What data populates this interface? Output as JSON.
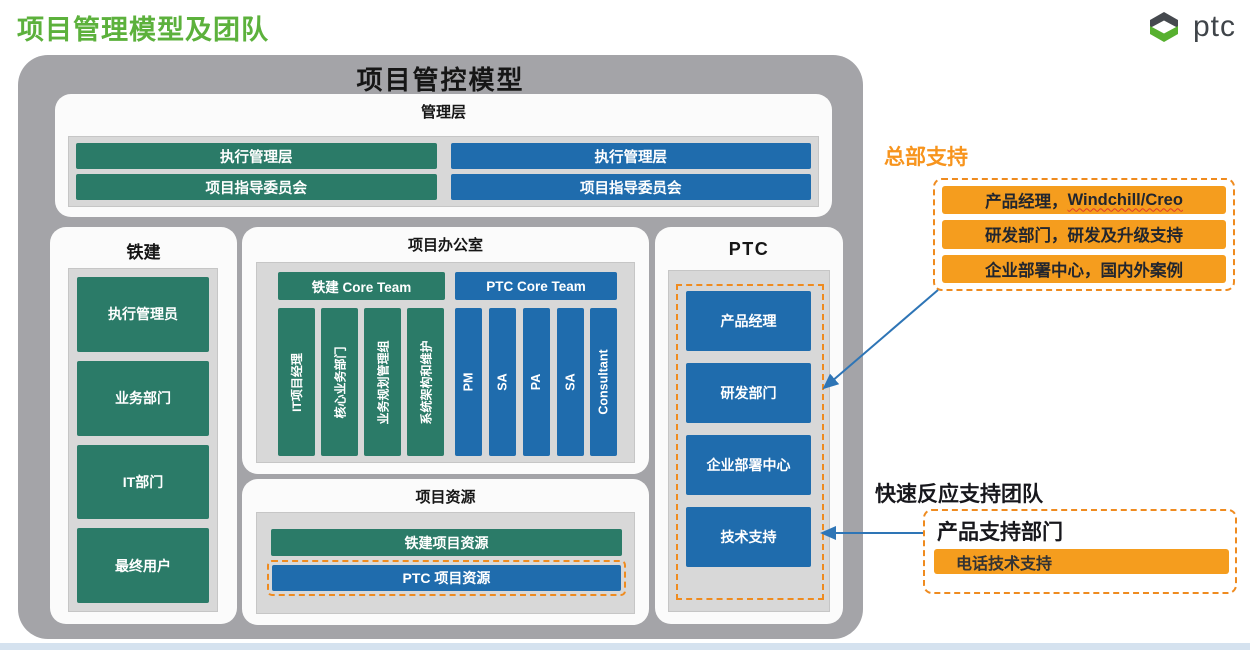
{
  "page": {
    "title": "项目管理模型及团队",
    "logo_text": "ptc"
  },
  "model": {
    "title": "项目管控模型",
    "management": {
      "label": "管理层",
      "rows": [
        {
          "left": "执行管理层",
          "right": "执行管理层"
        },
        {
          "left": "项目指导委员会",
          "right": "项目指导委员会"
        }
      ]
    },
    "tiejian": {
      "label": "铁建",
      "items": [
        "执行管理员",
        "业务部门",
        "IT部门",
        "最终用户"
      ]
    },
    "pmo": {
      "label": "项目办公室",
      "tiejian_team": {
        "header": "铁建 Core Team",
        "roles": [
          "IT项目经理",
          "核心业务部门",
          "业务规划管理组",
          "系统架构和维护"
        ]
      },
      "ptc_team": {
        "header": "PTC Core Team",
        "roles": [
          "PM",
          "SA",
          "PA",
          "SA",
          "Consultant"
        ]
      }
    },
    "resources": {
      "label": "项目资源",
      "tiejian_resource": "铁建项目资源",
      "ptc_resource": "PTC 项目资源"
    },
    "ptc_column": {
      "label": "PTC",
      "items": [
        "产品经理",
        "研发部门",
        "企业部署中心",
        "技术支持"
      ]
    }
  },
  "annotations": {
    "hq_support": {
      "title": "总部支持",
      "items": [
        {
          "text": "产品经理，",
          "flagged": "Windchill/Creo"
        },
        {
          "text": "研发部门，研发及升级支持",
          "flagged": ""
        },
        {
          "text": "企业部署中心，国内外案例",
          "flagged": ""
        }
      ]
    },
    "rapid_support": {
      "title": "快速反应支持团队",
      "dept": "产品支持部门",
      "item": "电话技术支持"
    }
  },
  "colors": {
    "title_green": "#5cb13c",
    "box_green": "#2b7b68",
    "box_blue": "#1f6cad",
    "orange": "#f59d1e",
    "dashed_orange": "#ef8b1f",
    "container_gray": "#a4a4a8",
    "arrow_blue": "#2e75b6"
  }
}
